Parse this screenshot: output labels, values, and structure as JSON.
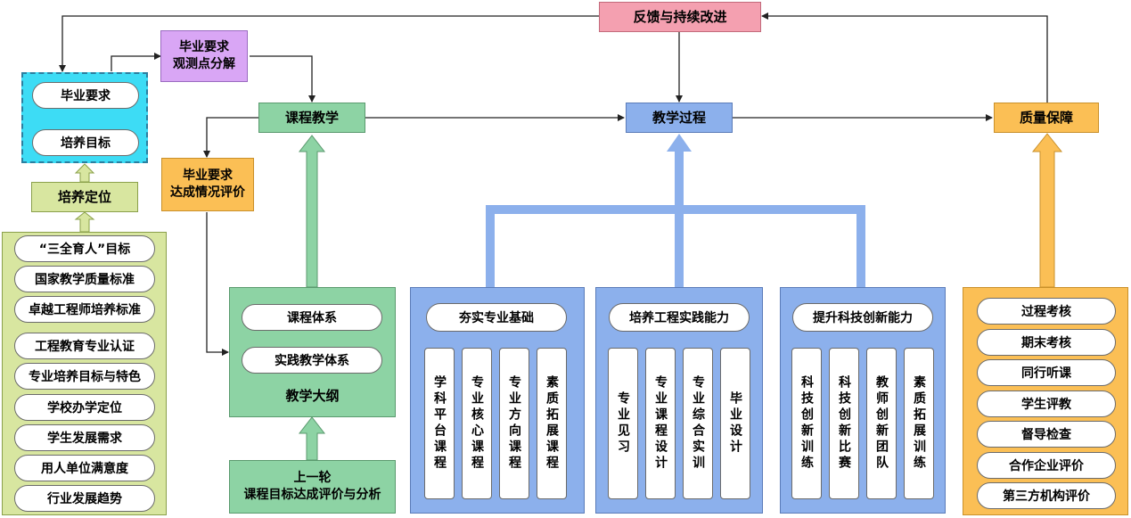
{
  "feedback": "反馈与持续改进",
  "observation": [
    "毕业要求",
    "观测点分解"
  ],
  "grad_target": {
    "top": "毕业要求",
    "bottom": "培养目标"
  },
  "positioning": "培养定位",
  "inputs": [
    "“三全育人”目标",
    "国家教学质量标准",
    "卓越工程师培养标准",
    "工程教育专业认证",
    "专业培养目标与特色",
    "学校办学定位",
    "学生发展需求",
    "用人单位满意度",
    "行业发展趋势"
  ],
  "course_teaching": "课程教学",
  "achievement_eval": [
    "毕业要求",
    "达成情况评价"
  ],
  "teaching_process": "教学过程",
  "quality": "质量保障",
  "syllabus": {
    "item1": "课程体系",
    "item2": "实践教学体系",
    "label": "教学大纲"
  },
  "previous_round": [
    "上一轮",
    "课程目标达成评价与分析"
  ],
  "groups": [
    {
      "title": "夯实专业基础",
      "cols": [
        "学科平台课程",
        "专业核心课程",
        "专业方向课程",
        "素质拓展课程"
      ]
    },
    {
      "title": "培养工程实践能力",
      "cols": [
        "专业见习",
        "专业课程设计",
        "专业综合实训",
        "毕业设计"
      ]
    },
    {
      "title": "提升科技创新能力",
      "cols": [
        "科技创新训练",
        "科技创新比赛",
        "教师创新团队",
        "素质拓展训练"
      ]
    }
  ],
  "quality_items": [
    "过程考核",
    "期末考核",
    "同行听课",
    "学生评教",
    "督导检查",
    "合作企业评价",
    "第三方机构评价"
  ],
  "colors": {
    "green": "#8dd3a4",
    "blue": "#8cb0ec",
    "yellow": "#fbbf55",
    "pink": "#f4a0b0",
    "purple": "#d9a6f5",
    "lime": "#d8e6a0",
    "cyan": "#3ddcf5"
  }
}
